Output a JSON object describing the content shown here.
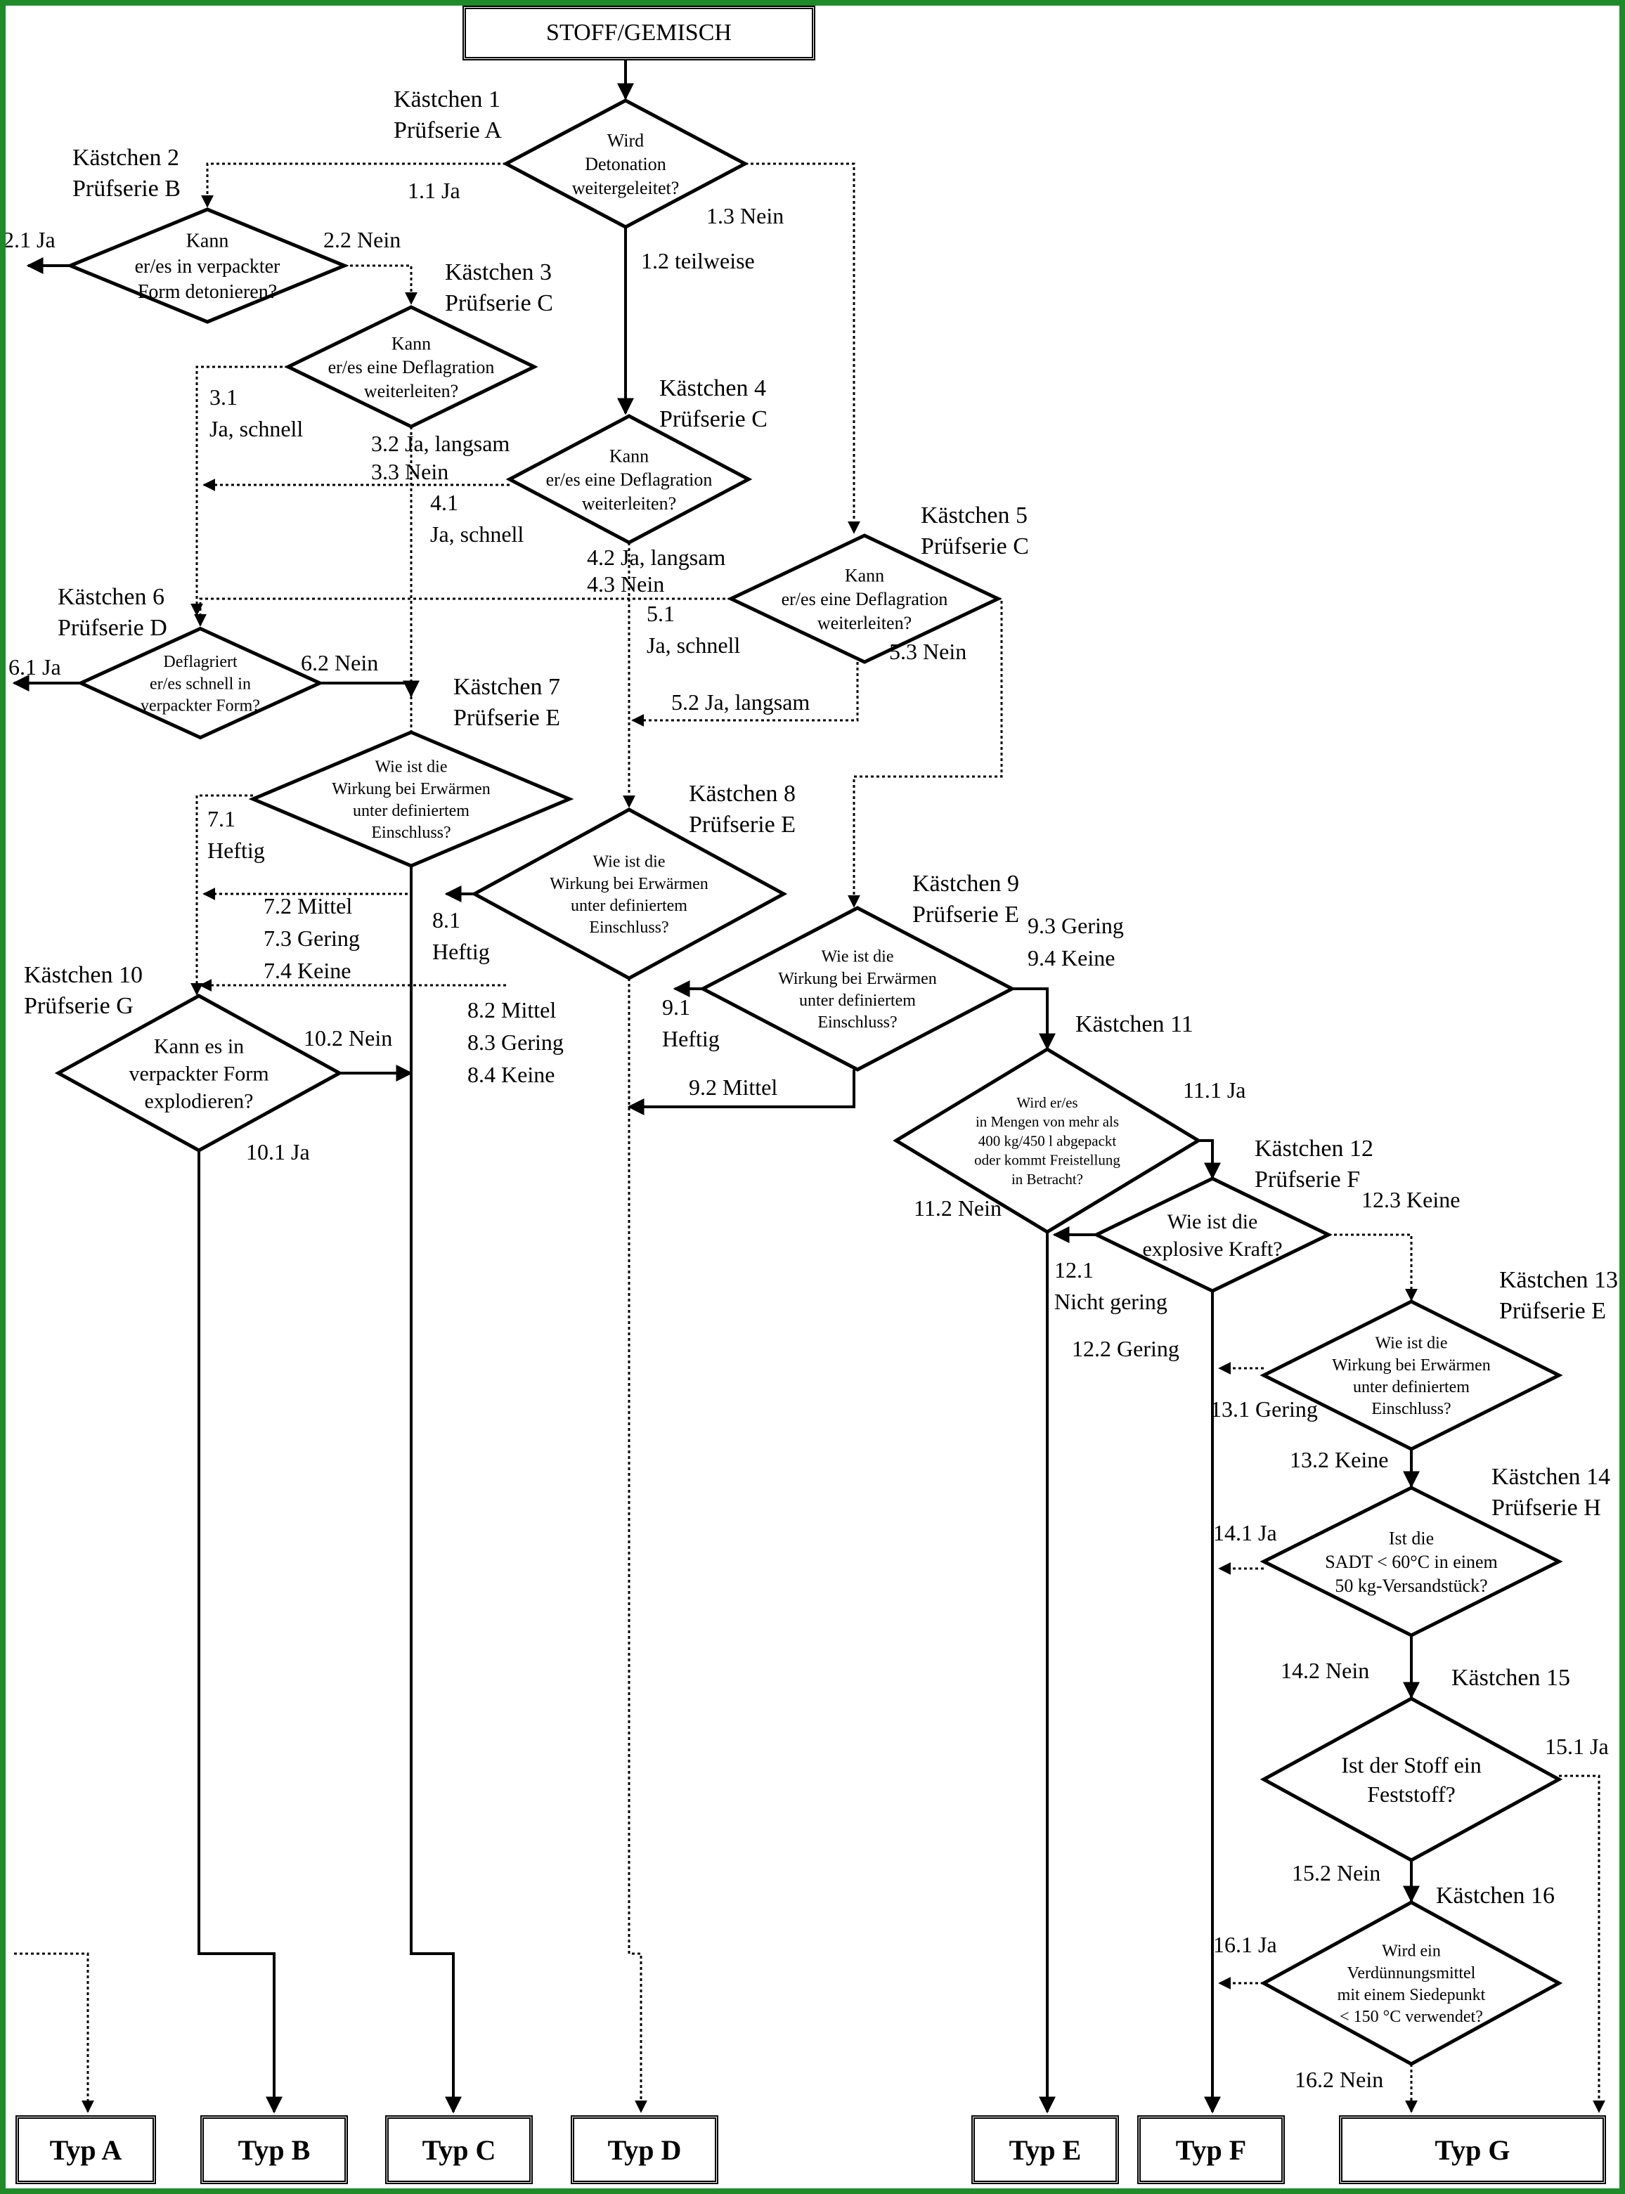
{
  "start": "STOFF/GEMISCH",
  "boxes": [
    {
      "id": "1",
      "title": [
        "Kästchen 1",
        "Prüfserie A"
      ],
      "question": [
        "Wird",
        "Detonation",
        "weitergeleitet?"
      ]
    },
    {
      "id": "2",
      "title": [
        "Kästchen 2",
        "Prüfserie B"
      ],
      "question": [
        "Kann",
        "er/es in verpackter",
        "Form detonieren?"
      ]
    },
    {
      "id": "3",
      "title": [
        "Kästchen 3",
        "Prüfserie C"
      ],
      "question": [
        "Kann",
        "er/es eine Deflagration",
        "weiterleiten?"
      ]
    },
    {
      "id": "4",
      "title": [
        "Kästchen 4",
        "Prüfserie C"
      ],
      "question": [
        "Kann",
        "er/es eine Deflagration",
        "weiterleiten?"
      ]
    },
    {
      "id": "5",
      "title": [
        "Kästchen 5",
        "Prüfserie C"
      ],
      "question": [
        "Kann",
        "er/es eine Deflagration",
        "weiterleiten?"
      ]
    },
    {
      "id": "6",
      "title": [
        "Kästchen 6",
        "Prüfserie D"
      ],
      "question": [
        "Deflagriert",
        "er/es schnell in",
        "verpackter Form?"
      ]
    },
    {
      "id": "7",
      "title": [
        "Kästchen 7",
        "Prüfserie E"
      ],
      "question": [
        "Wie ist die",
        "Wirkung bei Erwärmen",
        "unter definiertem",
        "Einschluss?"
      ]
    },
    {
      "id": "8",
      "title": [
        "Kästchen 8",
        "Prüfserie E"
      ],
      "question": [
        "Wie ist die",
        "Wirkung bei Erwärmen",
        "unter definiertem",
        "Einschluss?"
      ]
    },
    {
      "id": "9",
      "title": [
        "Kästchen 9",
        "Prüfserie E"
      ],
      "question": [
        "Wie ist die",
        "Wirkung bei Erwärmen",
        "unter definiertem",
        "Einschluss?"
      ]
    },
    {
      "id": "10",
      "title": [
        "Kästchen 10",
        "Prüfserie G"
      ],
      "question": [
        "Kann es in",
        "verpackter Form",
        "explodieren?"
      ]
    },
    {
      "id": "11",
      "title": [
        "Kästchen 11"
      ],
      "question": [
        "Wird er/es",
        "in Mengen von mehr als",
        "400 kg/450 l abgepackt",
        "oder kommt Freistellung",
        "in Betracht?"
      ]
    },
    {
      "id": "12",
      "title": [
        "Kästchen 12",
        "Prüfserie F"
      ],
      "question": [
        "Wie ist die",
        "explosive Kraft?"
      ]
    },
    {
      "id": "13",
      "title": [
        "Kästchen 13",
        "Prüfserie E"
      ],
      "question": [
        "Wie ist die",
        "Wirkung bei Erwärmen",
        "unter definiertem",
        "Einschluss?"
      ]
    },
    {
      "id": "14",
      "title": [
        "Kästchen 14",
        "Prüfserie H"
      ],
      "question": [
        "Ist die",
        "SADT < 60°C in einem",
        "50 kg-Versandstück?"
      ]
    },
    {
      "id": "15",
      "title": [
        "Kästchen 15"
      ],
      "question": [
        "Ist der Stoff ein",
        "Feststoff?"
      ]
    },
    {
      "id": "16",
      "title": [
        "Kästchen 16"
      ],
      "question": [
        "Wird ein",
        "Verdünnungsmittel",
        "mit einem Siedepunkt",
        "< 150 °C verwendet?"
      ]
    }
  ],
  "answers": {
    "a1_1": "1.1   Ja",
    "a1_2": "1.2   teilweise",
    "a1_3": "1.3   Nein",
    "a2_1": "2.1   Ja",
    "a2_2": "2.2   Nein",
    "a3_1": [
      "3.1",
      "Ja, schnell"
    ],
    "a3_2": "3.2   Ja, langsam",
    "a3_3": "3.3   Nein",
    "a4_1": [
      "4.1",
      "Ja, schnell"
    ],
    "a4_2": "4.2   Ja, langsam",
    "a4_3": "4.3   Nein",
    "a5_1": [
      "5.1",
      "Ja, schnell"
    ],
    "a5_2": "5.2   Ja, langsam",
    "a5_3": "5.3   Nein",
    "a6_1": "6.1   Ja",
    "a6_2": "6.2   Nein",
    "a7_1": [
      "7.1",
      "Heftig"
    ],
    "a7_2": "7.2   Mittel",
    "a7_3": "7.3   Gering",
    "a7_4": "7.4   Keine",
    "a8_1": [
      "8.1",
      "Heftig"
    ],
    "a8_2": "8.2   Mittel",
    "a8_3": "8.3   Gering",
    "a8_4": "8.4   Keine",
    "a9_1": [
      "9.1",
      "Heftig"
    ],
    "a9_2": "9.2   Mittel",
    "a9_3": "9.3   Gering",
    "a9_4": "9.4   Keine",
    "a10_1": "10.1 Ja",
    "a10_2": "10.2 Nein",
    "a11_1": "11.1 Ja",
    "a11_2": "11.2 Nein",
    "a12_1": [
      "12.1",
      "Nicht gering"
    ],
    "a12_2": "12.2 Gering",
    "a12_3": "12.3 Keine",
    "a13_1": "13.1 Gering",
    "a13_2": "13.2 Keine",
    "a14_1": "14.1 Ja",
    "a14_2": "14.2 Nein",
    "a15_1": "15.1 Ja",
    "a15_2": "15.2 Nein",
    "a16_1": "16.1 Ja",
    "a16_2": "16.2 Nein"
  },
  "types": [
    "Typ A",
    "Typ B",
    "Typ C",
    "Typ D",
    "Typ E",
    "Typ F",
    "Typ G"
  ]
}
